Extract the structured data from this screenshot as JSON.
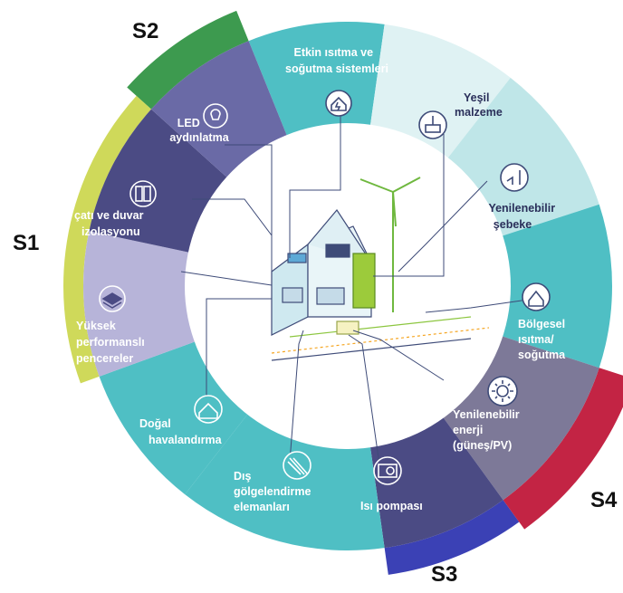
{
  "colors": {
    "teal": "#4fbfc4",
    "light_teal": "#bfe6e8",
    "lighter_teal": "#dff2f3",
    "purple": "#6a6aa6",
    "dark_purple": "#4b4b84",
    "lavender": "#b7b4d9",
    "grey_purple": "#7d7998",
    "navy": "#3a3f8f",
    "green": "#3d9a4f",
    "yellow_green": "#cfd95a",
    "red": "#c32444",
    "blue": "#3b41b5",
    "line": "#3e4b78"
  },
  "ring_labels": {
    "s1": "S1",
    "s2": "S2",
    "s3": "S3",
    "s4": "S4"
  },
  "segments": {
    "led": {
      "label_lines": [
        "LED",
        "aydınlatma"
      ],
      "icon": "light-bulb-icon"
    },
    "etkin": {
      "label_lines": [
        "Etkin ısıtma ve",
        "soğutma sistemleri"
      ],
      "icon": "house-energy-icon"
    },
    "yesil": {
      "label_lines": [
        "Yeşil",
        "malzeme"
      ],
      "icon": "green-material-icon"
    },
    "sebeke": {
      "label_lines": [
        "Yenilenebilir",
        "şebeke"
      ],
      "icon": "grid-turbine-icon"
    },
    "bolgesel": {
      "label_lines": [
        "Bölgesel",
        "ısıtma/",
        "soğutma"
      ],
      "icon": "district-heating-icon"
    },
    "yenilenebilir_enerji": {
      "label_lines": [
        "Yenilenebilir",
        "enerji",
        "(güneş/PV)"
      ],
      "icon": "sun-icon"
    },
    "isi_pompasi": {
      "label_lines": [
        "Isı pompası"
      ],
      "icon": "heat-pump-icon"
    },
    "dis_golge": {
      "label_lines": [
        "Dış",
        "gölgelendirme",
        "elemanları"
      ],
      "icon": "shading-icon"
    },
    "dogal": {
      "label_lines": [
        "Doğal",
        "havalandırma"
      ],
      "icon": "ventilation-icon"
    },
    "yuksek": {
      "label_lines": [
        "Yüksek",
        "performanslı",
        "pencereler"
      ],
      "icon": "window-layers-icon"
    },
    "cati": {
      "label_lines": [
        "çatı ve duvar",
        "izolasyonu"
      ],
      "icon": "insulation-icon"
    }
  }
}
